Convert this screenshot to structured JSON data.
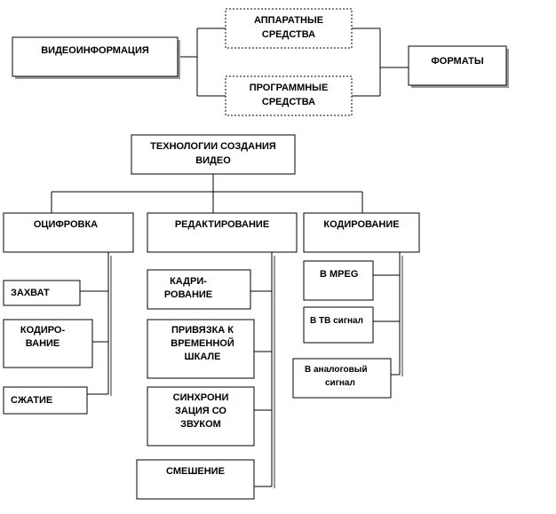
{
  "top": {
    "video_info": "ВИДЕОИНФОРМАЦИЯ",
    "hardware": [
      "АППАРАТНЫЕ",
      "СРЕДСТВА"
    ],
    "software": [
      "ПРОГРАММНЫЕ",
      "СРЕДСТВА"
    ],
    "formats": "ФОРМАТЫ"
  },
  "technologies": [
    "ТЕХНОЛОГИИ СОЗДАНИЯ",
    "ВИДЕО"
  ],
  "branches": {
    "digitizing": {
      "title": "ОЦИФРОВКА",
      "items": {
        "capture": "ЗАХВАТ",
        "coding": [
          "КОДИРО-",
          "ВАНИЕ"
        ],
        "compression": "СЖАТИЕ"
      }
    },
    "editing": {
      "title": "РЕДАКТИРОВАНИЕ",
      "items": {
        "framing": [
          "КАДРИ-",
          "РОВАНИЕ"
        ],
        "timeline": [
          "ПРИВЯЗКА К",
          "ВРЕМЕННОЙ",
          "ШКАЛЕ"
        ],
        "sync": [
          "СИНХРОНИ",
          "ЗАЦИЯ СО",
          "ЗВУКОМ"
        ],
        "mixing": "СМЕШЕНИЕ"
      }
    },
    "encoding": {
      "title": "КОДИРОВАНИЕ",
      "items": {
        "mpeg": "В MPEG",
        "tv": "В ТВ сигнал",
        "analog": [
          "В аналоговый",
          "сигнал"
        ]
      }
    }
  }
}
